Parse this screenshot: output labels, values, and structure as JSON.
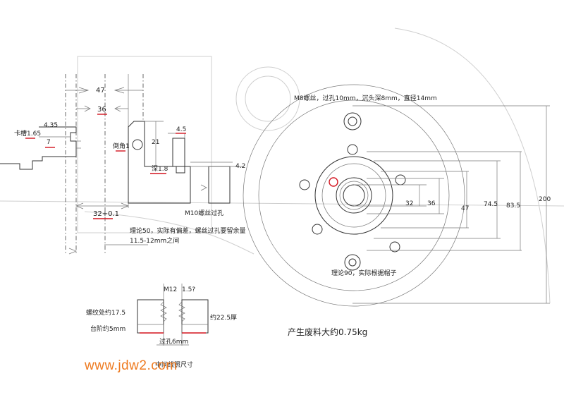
{
  "watermark": "www.jdw2.com",
  "section_view": {
    "dim_top": "47",
    "dim_inner": "36",
    "label_435": "4.35",
    "slot_label": "卡槽1.65",
    "label_7": "7",
    "chamfer_label": "倒角1",
    "label_21": "21",
    "label_45": "4.5",
    "depth_label": "深1.8",
    "label_42": "4.2",
    "dim_bottom": "32+0.1",
    "hole_label": "M10螺丝过孔",
    "note_line1": "理论50，实际有偏差，螺丝过孔要留余量",
    "note_line2": "11.5-12mm之间"
  },
  "plan_view": {
    "screw_note": "M8螺丝，过孔10mm，沉头深8mm，直径14mm",
    "dims": [
      "32",
      "36",
      "47",
      "74.5",
      "83.5",
      "200"
    ],
    "center_note": "理论90，实际根据帽子"
  },
  "detail_view": {
    "thread_label": "M12",
    "label_15": "1.5?",
    "thread_depth": "螺纹处约17.5",
    "thickness": "约22.5厚",
    "step": "台阶约5mm",
    "through_hole": "过孔6mm",
    "bottom_text": "中间线照尺寸"
  },
  "waste_note": "产生废料大约0.75kg"
}
